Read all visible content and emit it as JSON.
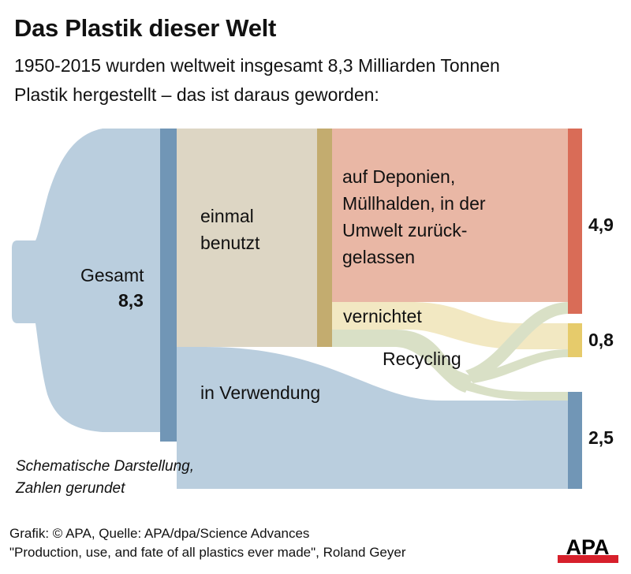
{
  "title": "Das Plastik dieser Welt",
  "subtitle": [
    "1950-2015 wurden weltweit insgesamt 8,3 Milliarden Tonnen",
    "Plastik hergestellt – das ist daraus geworden:"
  ],
  "nodes": {
    "total": {
      "label": "Gesamt",
      "value": "8,3"
    },
    "single_use": {
      "label_lines": [
        "einmal",
        "benutzt"
      ]
    },
    "landfill": {
      "label_lines": [
        "auf Deponien,",
        "Müllhalden, in der",
        "Umwelt zurück-",
        "gelassen"
      ],
      "value": "4,9"
    },
    "incinerated": {
      "label": "vernichtet",
      "value": "0,8"
    },
    "recycling": {
      "label": "Recycling"
    },
    "in_use": {
      "label": "in Verwendung",
      "value": "2,5"
    }
  },
  "note": [
    "Schematische Darstellung,",
    "Zahlen gerundet"
  ],
  "footer": [
    "Grafik: © APA, Quelle: APA/dpa/Science Advances",
    "\"Production, use, and fate of all plastics ever made\", Roland Geyer"
  ],
  "logo": "APA",
  "colors": {
    "blue_bar": "#7196b6",
    "blue_light": "#bacede",
    "beige": "#ddd6c4",
    "tan": "#c3ac6f",
    "red_light": "#e9b7a5",
    "red_bar": "#d96c57",
    "yellow_light": "#f2e8c2",
    "yellow_bar": "#e6cb6b",
    "green_light": "#d9e0c6",
    "logo_red": "#d7202b"
  }
}
